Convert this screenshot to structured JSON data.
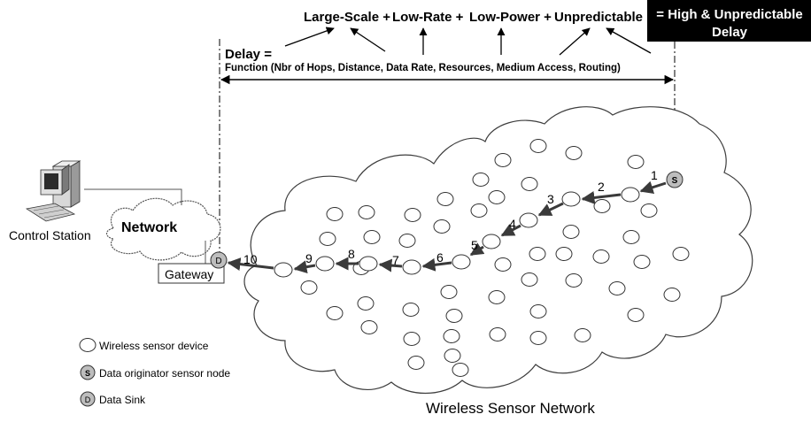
{
  "header": {
    "factors": [
      "Large-Scale +",
      "Low-Rate +",
      "Low-Power +",
      "Unpredictable"
    ],
    "result_line1": "= High & Unpredictable",
    "result_line2": "Delay",
    "result_bg": "#000000"
  },
  "delay": {
    "label": "Delay =",
    "formula": "Function (Nbr of Hops, Distance, Data Rate, Resources, Medium Access, Routing)"
  },
  "left": {
    "control_station": "Control Station",
    "network": "Network",
    "gateway": "Gateway"
  },
  "wsn": {
    "title": "Wireless Sensor Network",
    "source_letter": "S",
    "sink_letter": "D",
    "hop_labels": [
      "1",
      "2",
      "3",
      "4",
      "5",
      "6",
      "7",
      "8",
      "9",
      "10"
    ]
  },
  "legend": [
    {
      "icon": "wireless-sensor-device",
      "letter": "",
      "label": "Wireless sensor device"
    },
    {
      "icon": "data-originator",
      "letter": "S",
      "label": "Data originator sensor node"
    },
    {
      "icon": "data-sink",
      "letter": "D",
      "label": "Data Sink"
    }
  ],
  "colors": {
    "node_fill": "#ffffff",
    "special_node_fill": "#bdbdbd",
    "stroke": "#333333",
    "path": "#3a3a3a"
  }
}
